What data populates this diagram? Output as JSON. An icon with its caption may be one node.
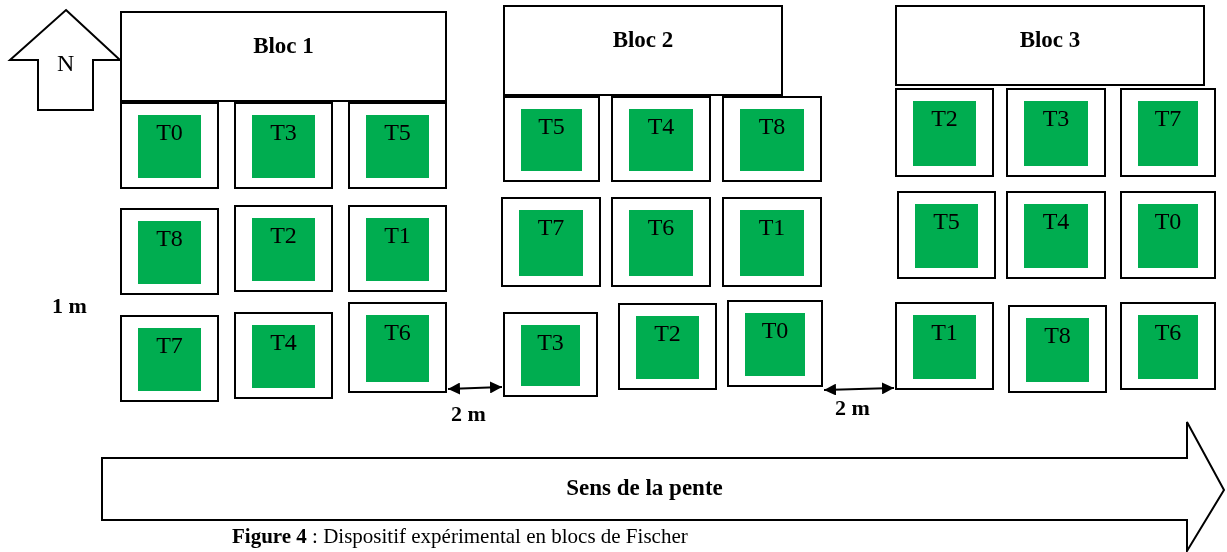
{
  "diagram": {
    "caption": "**Figure 4** : Dispositif expérimental en blocs de Fischer",
    "nodes": [
      {
        "text": [
          "N"
        ]
      },
      {
        "text": [
          "Bloc 1"
        ]
      },
      {
        "text": [
          "T0"
        ]
      },
      {
        "text": [
          "T3"
        ]
      },
      {
        "text": [
          "T5"
        ]
      },
      {
        "text": [
          "T8"
        ]
      },
      {
        "text": [
          "T2"
        ]
      },
      {
        "text": [
          "T1"
        ]
      },
      {
        "text": [
          "T7"
        ]
      },
      {
        "text": [
          "T4"
        ]
      },
      {
        "text": [
          "T6"
        ]
      },
      {
        "text": [
          "Bloc 2"
        ]
      },
      {
        "text": [
          "T5"
        ]
      },
      {
        "text": [
          "T4"
        ]
      },
      {
        "text": [
          "T8"
        ]
      },
      {
        "text": [
          "T7"
        ]
      },
      {
        "text": [
          "T6"
        ]
      },
      {
        "text": [
          "T1"
        ]
      },
      {
        "text": [
          "T3"
        ]
      },
      {
        "text": [
          "T2"
        ]
      },
      {
        "text": [
          "T0"
        ]
      },
      {
        "text": [
          "Bloc 3"
        ]
      },
      {
        "text": [
          "T2"
        ]
      },
      {
        "text": [
          "T3"
        ]
      },
      {
        "text": [
          "T7"
        ]
      },
      {
        "text": [
          "T5"
        ]
      },
      {
        "text": [
          "T4"
        ]
      },
      {
        "text": [
          "T0"
        ]
      },
      {
        "text": [
          "T1"
        ]
      },
      {
        "text": [
          "T8"
        ]
      },
      {
        "text": [
          "T6"
        ]
      },
      {
        "text": [
          "Sens de la pente"
        ]
      }
    ],
    "edges": [
      {
        "from": 10,
        "to": 18,
        "arrow": "both",
        "label": "2 m"
      },
      {
        "from": 20,
        "to": 28,
        "arrow": "both",
        "label": "2 m"
      }
    ],
    "labels": [
      "1 m"
    ]
  }
}
